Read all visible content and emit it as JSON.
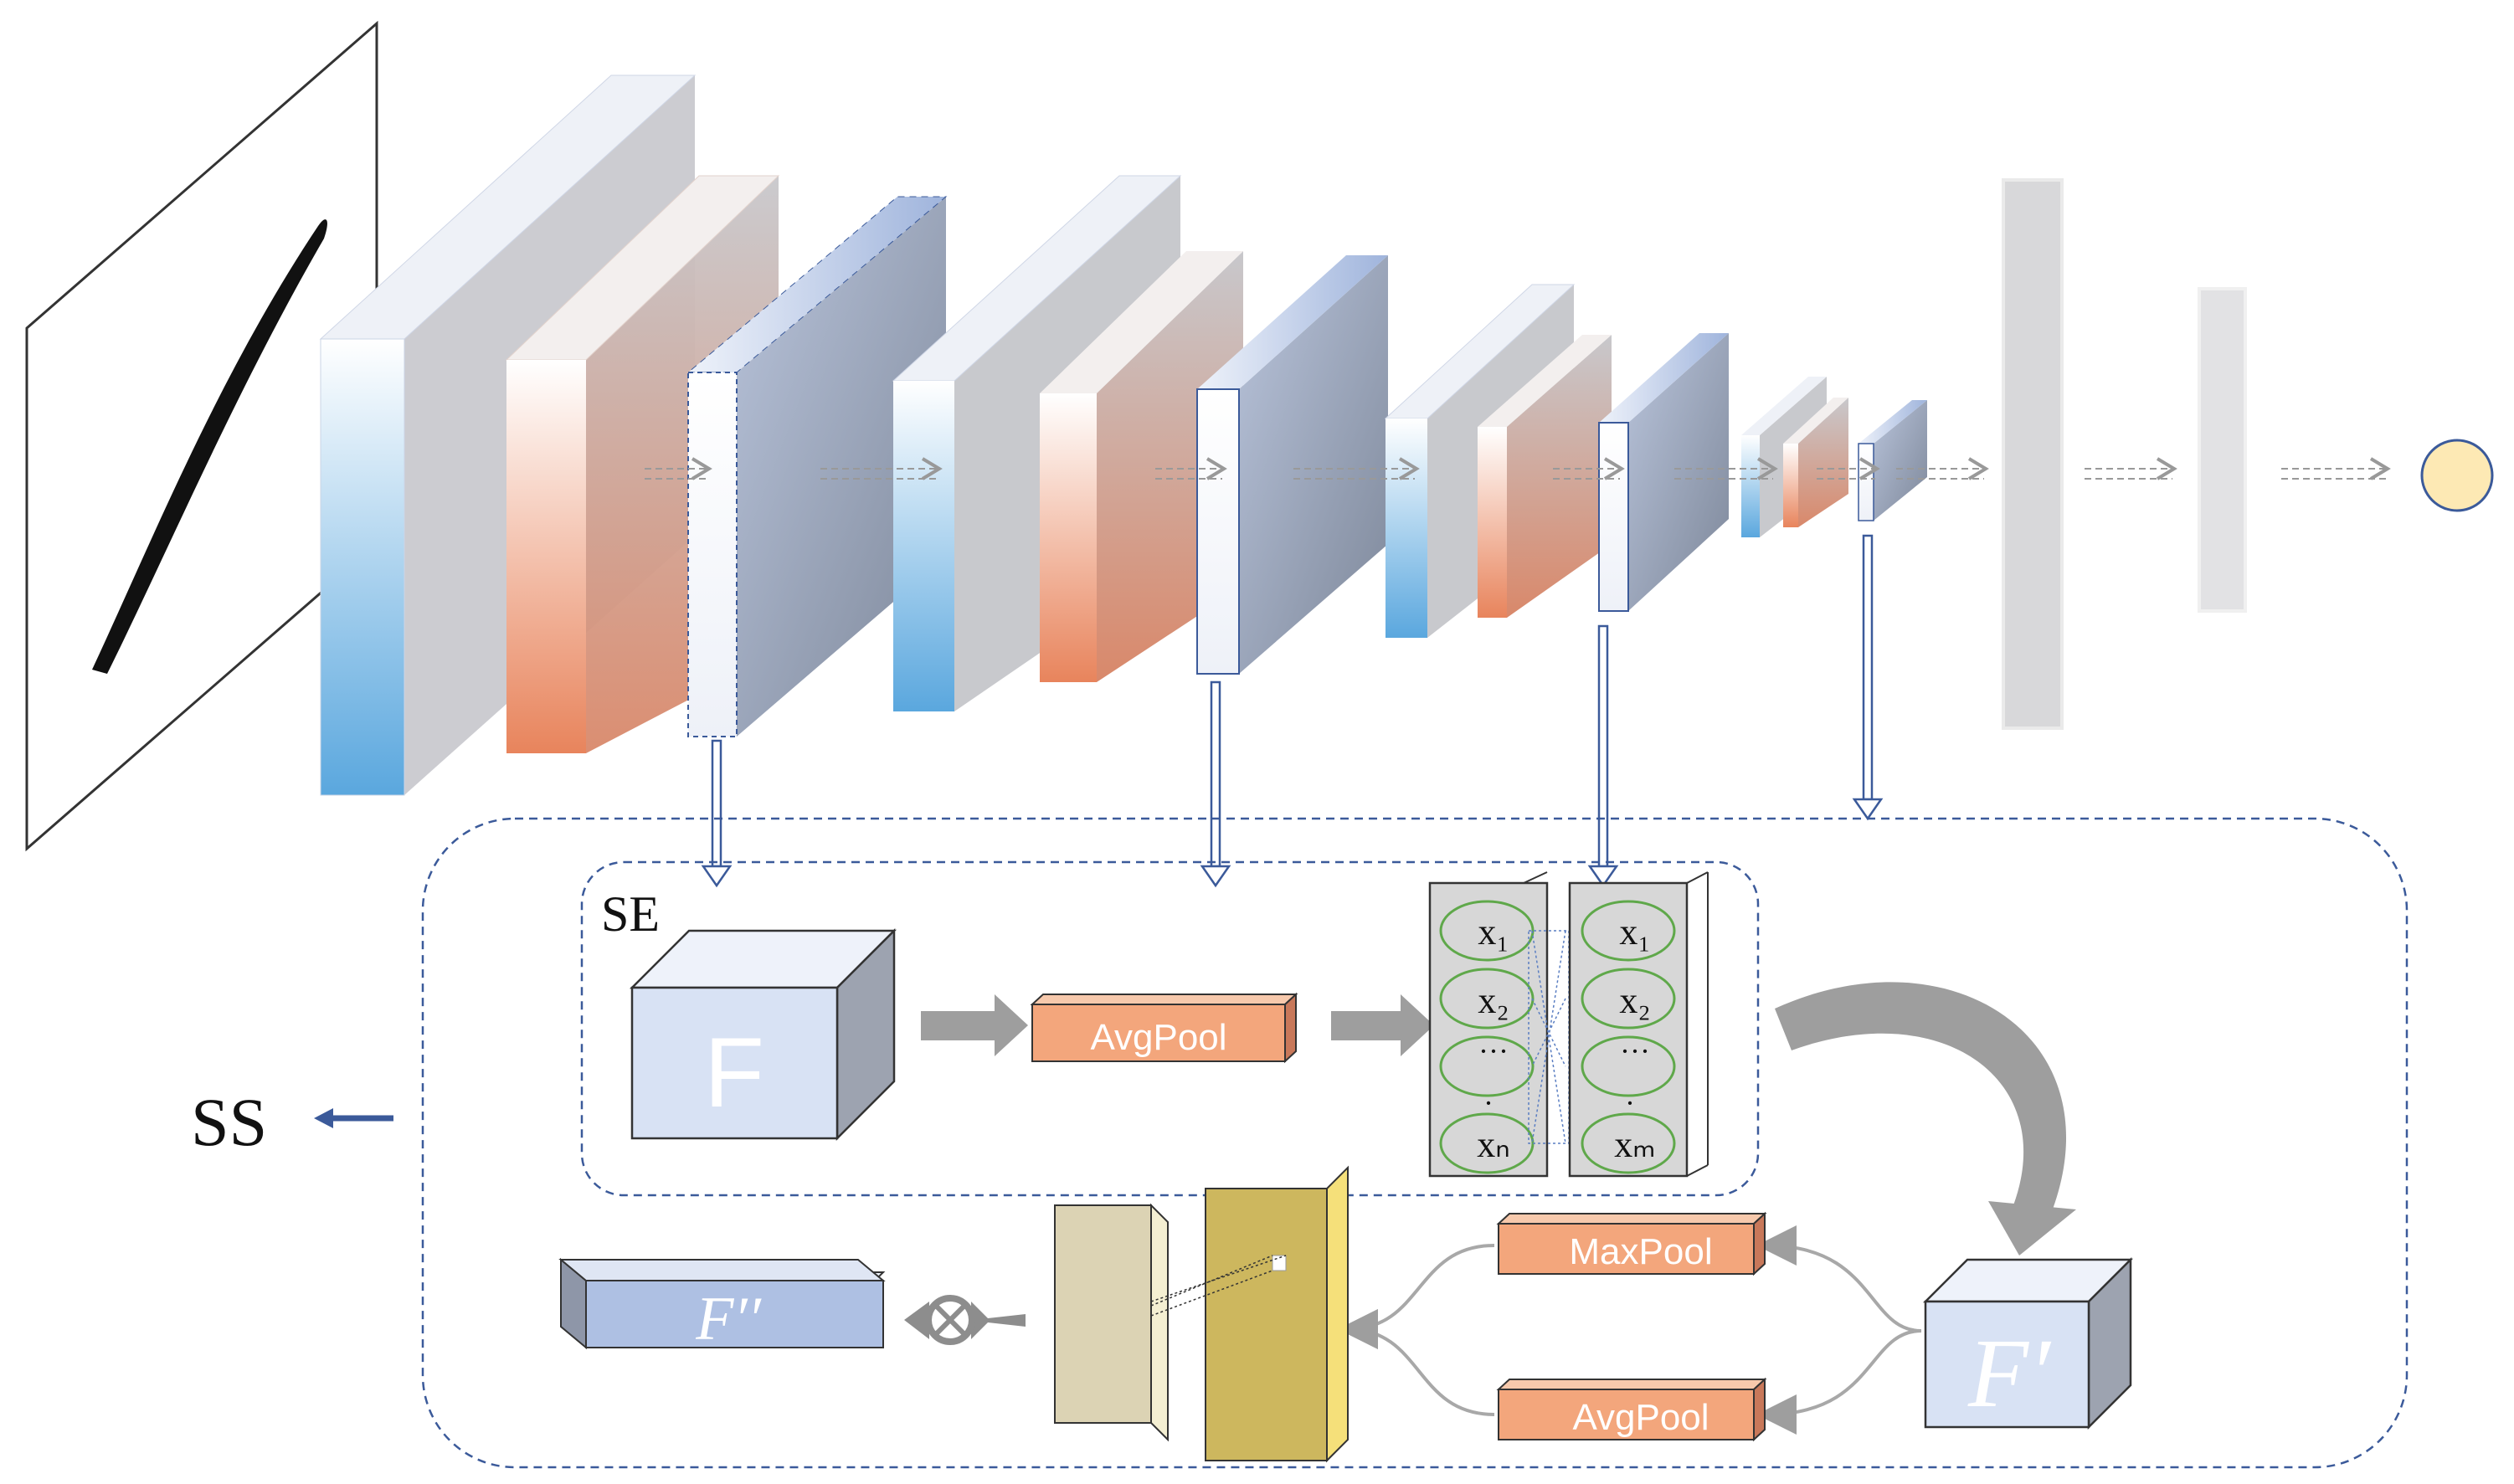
{
  "labels": {
    "se_block": "SE",
    "ss_output": "SS",
    "feature_f": "F",
    "feature_f_prime": "F′",
    "feature_f_double_prime": "F′′",
    "avgpool_se": "AvgPool",
    "maxpool": "MaxPool",
    "avgpool_cbam": "AvgPool",
    "fc_left": [
      "x₁",
      "x₂",
      "···",
      "·",
      "xₙ"
    ],
    "fc_right": [
      "x₁",
      "x₂",
      "···",
      "·",
      "xₘ"
    ]
  },
  "colors": {
    "blue_block": "#5aa7de",
    "orange_block": "#e8845c",
    "gray_block": "#c8c8cc",
    "dashed_outline": "#3b5a9a",
    "output_circle": "#fde9b4",
    "avgpool_fill": "#f3a67c",
    "feature_fill": "#d8e2f4",
    "attention_map": "#e8d67a",
    "neuron_outline": "#5fa84a"
  },
  "icons": {
    "multiply": "circle-times-icon",
    "arrow": "thick-gray-arrow-icon"
  }
}
